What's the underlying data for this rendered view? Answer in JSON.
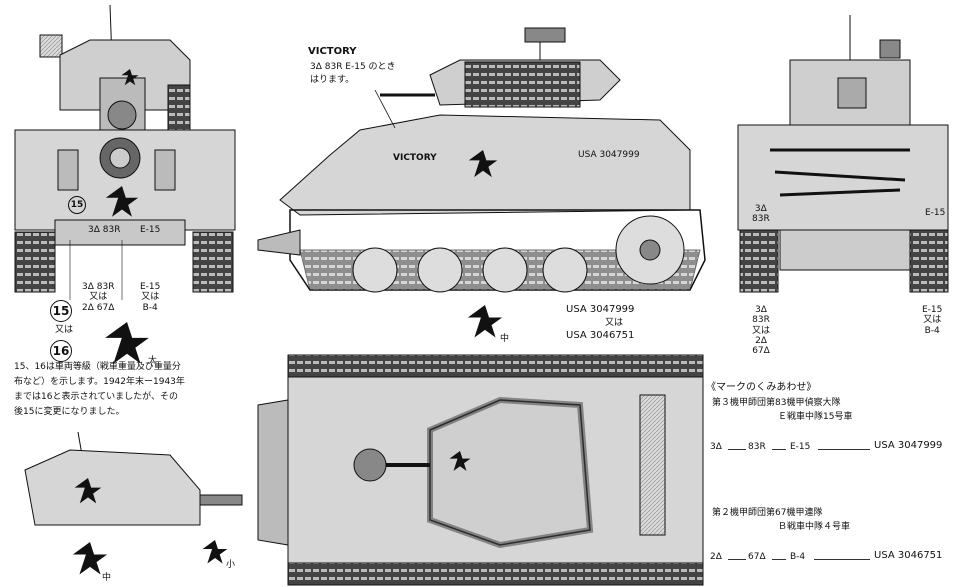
{
  "labels": {
    "victory_title": "VICTORY",
    "victory_note_1": "3Δ 83R E-15 のとき",
    "victory_note_2": "はります。",
    "hull_victory": "VICTORY",
    "hull_serial": "USA 3047999",
    "front_15": "15",
    "front_3d_83r": "3Δ 83R",
    "front_e15": "E-15",
    "front_col1": "3Δ 83R\n又は\n2Δ 67Δ",
    "front_col2": "E-15\n又は\nB-4",
    "circle_15": "15",
    "circle_16": "16",
    "or_label": "又は",
    "size_large": "大",
    "size_medium": "中",
    "size_small": "小",
    "serial_1": "USA 3047999",
    "serial_or": "又は",
    "serial_2": "USA 3046751",
    "rear_3d_83r": "3Δ\n83R",
    "rear_e15": "E-15",
    "rear_col1": "3Δ\n83R\n又は\n2Δ\n67Δ",
    "rear_col2": "E-15\n又は\nB-4",
    "note_1": "15、16は車両等級（戦車重量及び重量分",
    "note_2": "布など）を示します。1942年末ー1943年",
    "note_3": "までは16と表示されていましたが、その",
    "note_4": "後15に変更になりました。"
  },
  "combo": {
    "title": "《マークのくみあわせ》",
    "group1_line1": "第３機甲師団第83機甲偵察大隊",
    "group1_line2": "Ｅ戦車中隊15号車",
    "group1_a": "3Δ",
    "group1_b": "83R",
    "group1_c": "E-15",
    "group1_serial": "USA 3047999",
    "group2_line1": "第２機甲師団第67機甲連隊",
    "group2_line2": "Ｂ戦車中隊４号車",
    "group2_a": "2Δ",
    "group2_b": "67Δ",
    "group2_c": "B-4",
    "group2_serial": "USA 3046751"
  },
  "colors": {
    "ink": "#111111",
    "paper": "#ffffff",
    "shade": "#cfcfcf",
    "dark": "#555555"
  },
  "icons": [
    "star-icon",
    "tank-side-drawing",
    "tank-front-drawing",
    "tank-rear-drawing",
    "tank-top-drawing",
    "turret-drawing"
  ]
}
